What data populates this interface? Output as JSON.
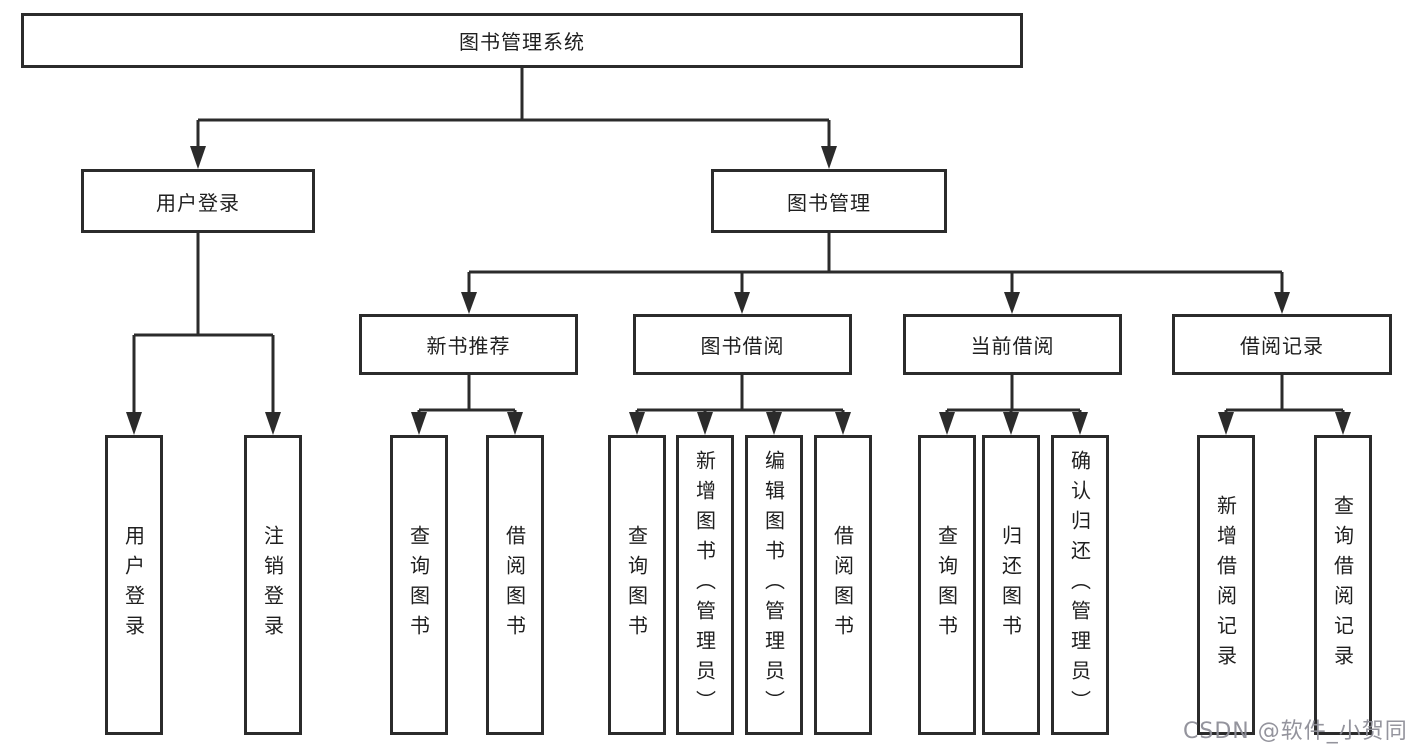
{
  "diagram": {
    "root": "图书管理系统",
    "level2": {
      "user_login": "用户登录",
      "book_mgmt": "图书管理"
    },
    "level3": {
      "new_book_rec": "新书推荐",
      "book_borrow": "图书借阅",
      "current_borrow": "当前借阅",
      "borrow_records": "借阅记录"
    },
    "leaves": {
      "user_login_leaf": "用户登录",
      "logout": "注销登录",
      "rec_query_book": "查询图书",
      "rec_borrow_book": "借阅图书",
      "bb_query_book": "查询图书",
      "bb_add_book": "新增图书（管理员）",
      "bb_edit_book": "编辑图书（管理员）",
      "bb_borrow_book": "借阅图书",
      "cb_query_book": "查询图书",
      "cb_return_book": "归还图书",
      "cb_confirm_return": "确认归还（管理员）",
      "br_add_record": "新增借阅记录",
      "br_query_record": "查询借阅记录"
    }
  },
  "watermark": "CSDN @软件_小贺同学",
  "colors": {
    "line": "#2b2b2b",
    "text": "#1f1f1f",
    "watermark_text": "#8f8f98",
    "background": "#ffffff"
  }
}
